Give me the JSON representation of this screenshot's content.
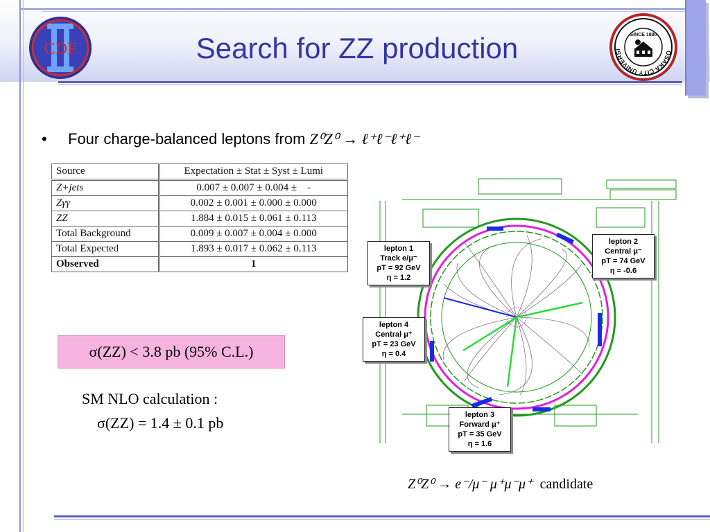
{
  "slide": {
    "title": "Search for ZZ production"
  },
  "logos": {
    "cdf": {
      "text": "CDF"
    },
    "ocu": {
      "top_text": "SINCE 1880",
      "ring_text": "OSAKA CITY UNIVERSITY"
    }
  },
  "bullet": {
    "marker": "•",
    "text": "Four charge-balanced leptons from ",
    "formula": "Z⁰Z⁰ → ℓ⁺ℓ⁻ℓ⁺ℓ⁻"
  },
  "table": {
    "headers": [
      "Source",
      "Expectation ± Stat ± Syst ± Lumi"
    ],
    "rows": [
      [
        "Z+jets",
        "0.007 ± 0.007 ± 0.004 ±    -"
      ],
      [
        "Zγγ",
        "0.002 ± 0.001 ± 0.000 ± 0.000"
      ],
      [
        "ZZ",
        "1.884 ± 0.015 ± 0.061 ± 0.113"
      ],
      [
        "Total Background",
        "0.009 ± 0.007 ± 0.004 ± 0.000"
      ],
      [
        "Total Expected",
        "1.893 ± 0.017 ± 0.062 ± 0.113"
      ],
      [
        "Observed",
        "1"
      ]
    ]
  },
  "result": {
    "limit": "σ(ZZ) < 3.8 pb (95% C.L.)",
    "nlo_label": "SM NLO calculation :",
    "nlo_value": "σ(ZZ) = 1.4 ± 0.1 pb"
  },
  "event": {
    "leptons": [
      {
        "name": "lepton 1",
        "type": "Track e/μ⁻",
        "pt": "pT = 92 GeV",
        "eta": "η = 1.2"
      },
      {
        "name": "lepton 2",
        "type": "Central μ⁻",
        "pt": "pT = 74 GeV",
        "eta": "η = -0.6"
      },
      {
        "name": "lepton 3",
        "type": "Forward μ⁺",
        "pt": "pT = 35 GeV",
        "eta": "η = 1.6"
      },
      {
        "name": "lepton 4",
        "type": "Central μ⁺",
        "pt": "pT = 23 GeV",
        "eta": "η = 0.4"
      }
    ],
    "caption_formula": "Z⁰Z⁰ → e⁻/μ⁻ μ⁺μ⁻μ⁺",
    "caption_word": "candidate",
    "colors": {
      "lepton_track_blue": "#1a2be0",
      "lepton_track_green": "#22dd33",
      "ring_magenta": "#e020e0",
      "detector_green": "#1f9a1f"
    }
  }
}
